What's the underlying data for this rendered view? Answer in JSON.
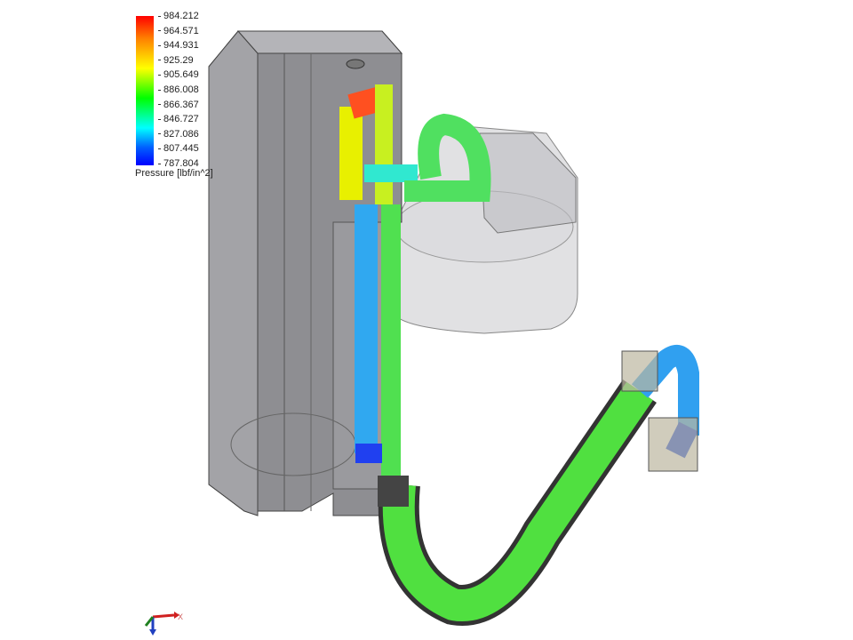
{
  "legend": {
    "title": "Pressure [lbf/in^2]",
    "ticks": [
      "984.212",
      "964.571",
      "944.931",
      "925.29",
      "905.649",
      "886.008",
      "866.367",
      "846.727",
      "827.086",
      "807.445",
      "787.804"
    ],
    "min": 787.804,
    "max": 984.212,
    "colors": [
      "#ff0000",
      "#ffff00",
      "#00ff00",
      "#00ffff",
      "#0000ff"
    ]
  },
  "triad": {
    "x_label": "X"
  }
}
